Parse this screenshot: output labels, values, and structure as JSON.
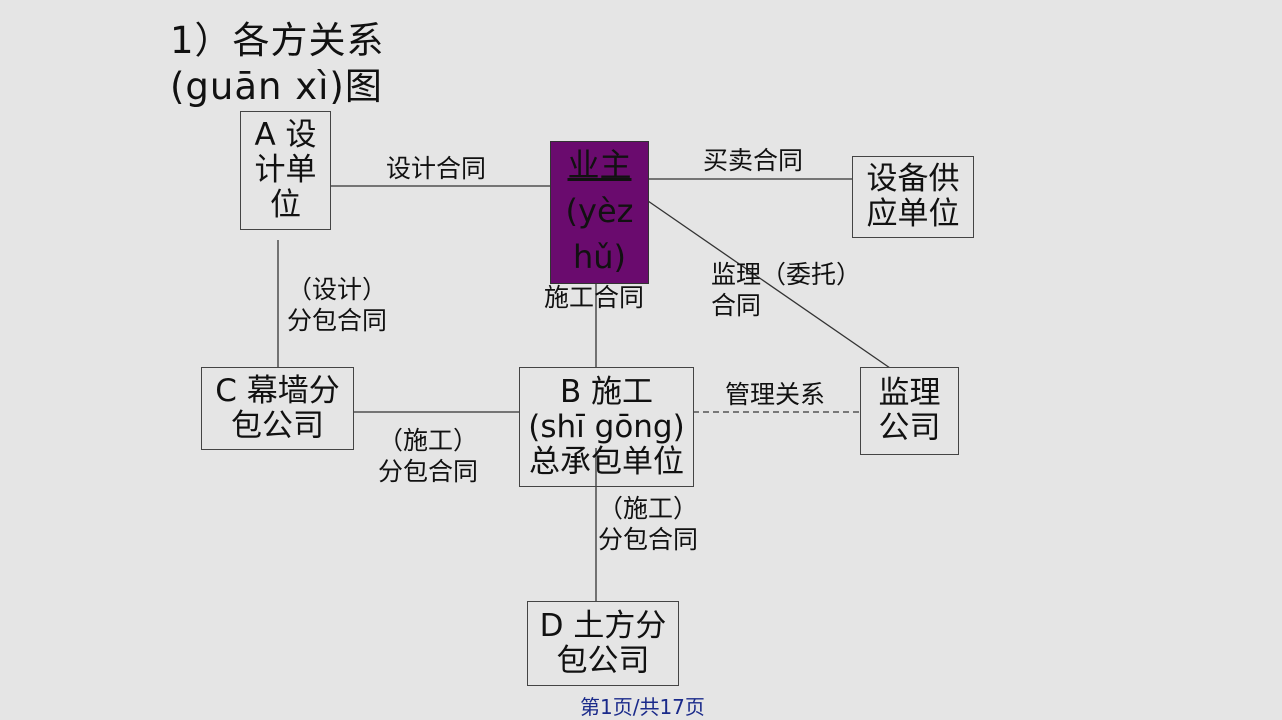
{
  "title": {
    "line1": "1）各方关系",
    "line2": "(guān xì)图"
  },
  "nodes": {
    "design_unit": {
      "line1": "A 设",
      "line2": "计单",
      "line3": "位"
    },
    "owner": {
      "line1": "业主",
      "line2": "(yèz",
      "line3": "hǔ)"
    },
    "equipment_supplier": {
      "line1": "设备供",
      "line2": "应单位"
    },
    "curtain_wall": {
      "line1": "C 幕墙分",
      "line2": "包公司"
    },
    "general_contractor": {
      "line1": "B 施工",
      "line2": "(shī gōng)",
      "line3": "总承包单位"
    },
    "supervisor": {
      "line1": "监理",
      "line2": "公司"
    },
    "earthwork": {
      "line1": "D 土方分",
      "line2": "包公司"
    }
  },
  "edges": {
    "design_contract": "设计合同",
    "purchase_contract": "买卖合同",
    "construction_contract": "施工合同",
    "supervision_contract": {
      "line1": "监理（委托）",
      "line2": "合同"
    },
    "design_subcontract": {
      "line1": "（设计）",
      "line2": "分包合同"
    },
    "management_relation": "管理关系",
    "construction_subcontract_c": {
      "line1": "（施工）",
      "line2": "分包合同"
    },
    "construction_subcontract_d": {
      "line1": "（施工）",
      "line2": "分包合同"
    }
  },
  "footer": "第1页/共17页",
  "colors": {
    "background": "#e5e5e5",
    "owner_fill": "#6a0b6e",
    "footer_text": "#1a2a8a"
  }
}
